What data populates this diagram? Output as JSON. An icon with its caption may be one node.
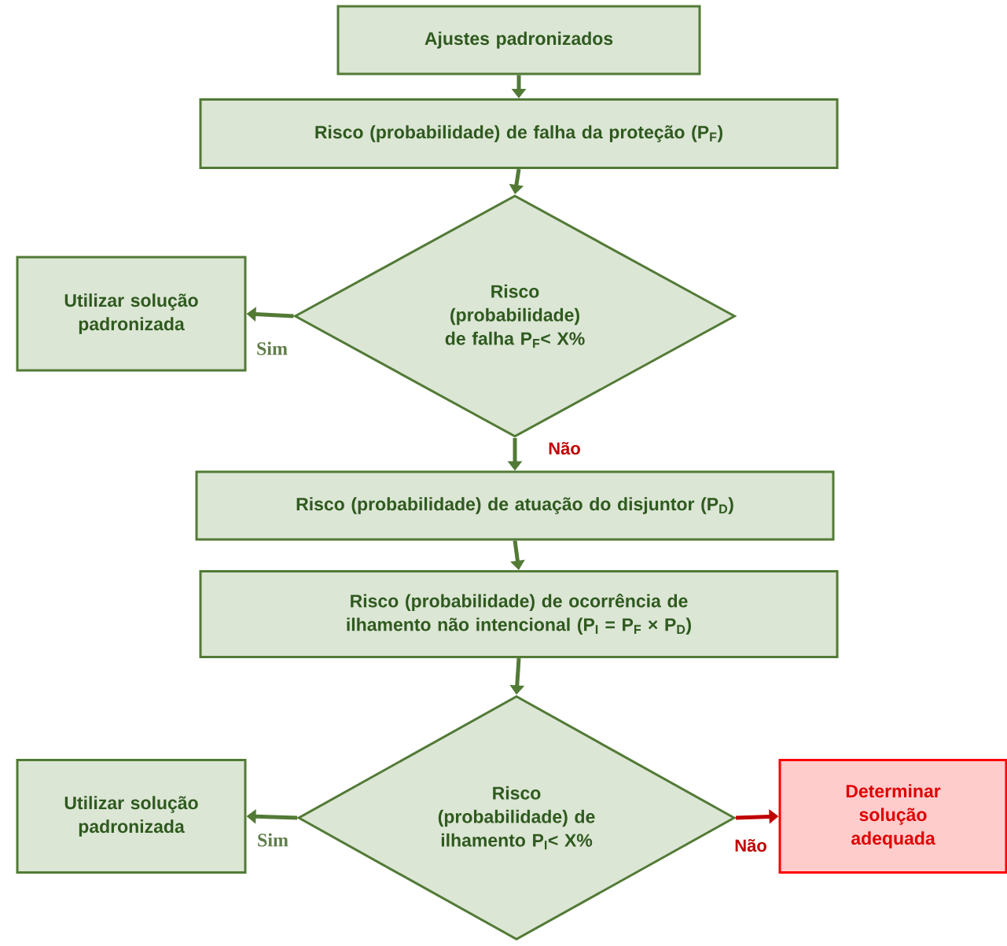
{
  "diagram": {
    "nodes": [
      {
        "text": [
          "Ajustes padronizados"
        ]
      },
      {
        "text": [
          "Risco (probabilidade) de falha da proteção (P$_{F}$)"
        ]
      },
      {
        "text": [
          "Risco (probabilidade) de falha P$_{F}$< X%"
        ]
      },
      {
        "text": [
          "Utilizar solução padronizada"
        ]
      },
      {
        "text": [
          "Risco (probabilidade) de atuação do disjuntor (P$_{D}$)"
        ]
      },
      {
        "text": [
          "Risco (probabilidade) de ocorrência de ilhamento não intencional (P$_{I}$ = P$_{F}$ × P$_{D}$)"
        ]
      },
      {
        "text": [
          "Risco (probabilidade) de ilhamento P$_{I}$< X%"
        ]
      },
      {
        "text": [
          "Utilizar solução padronizada"
        ]
      },
      {
        "text": [
          "Determinar solução adequada"
        ]
      }
    ],
    "edges": [
      {
        "from": 0,
        "to": 1,
        "arrow": "to"
      },
      {
        "from": 1,
        "to": 2,
        "arrow": "to"
      },
      {
        "from": 2,
        "to": 3,
        "arrow": "to",
        "label": "Sim"
      },
      {
        "from": 2,
        "to": 4,
        "arrow": "to",
        "label": "Não"
      },
      {
        "from": 4,
        "to": 5,
        "arrow": "to"
      },
      {
        "from": 5,
        "to": 6,
        "arrow": "to"
      },
      {
        "from": 6,
        "to": 7,
        "arrow": "to",
        "label": "Sim"
      },
      {
        "from": 6,
        "to": 8,
        "arrow": "to",
        "label": "Não",
        "color": "#c00000"
      }
    ]
  }
}
